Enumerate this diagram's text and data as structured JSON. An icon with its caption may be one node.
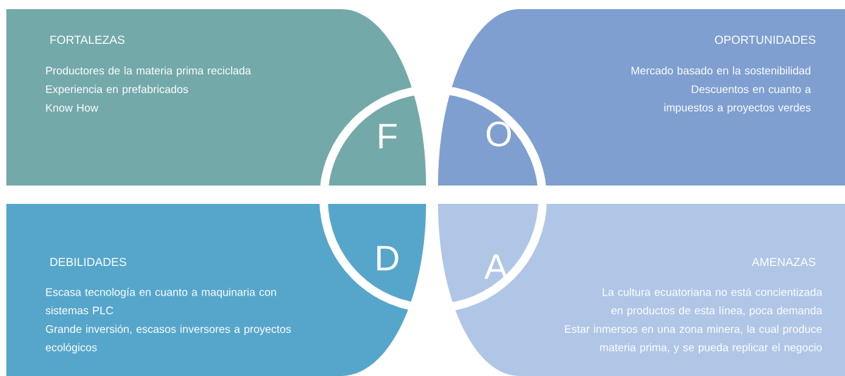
{
  "diagram": {
    "nodes": [
      {
        "text": [
          "FORTALEZAS",
          "Productores de la materia prima reciclada",
          "Experiencia en prefabricados",
          "Know How",
          "F"
        ]
      },
      {
        "text": [
          "OPORTUNIDADES",
          "Mercado basado en la sostenibilidad",
          "Descuentos en cuanto a impuestos a proyectos verdes",
          "O"
        ]
      },
      {
        "text": [
          "DEBILIDADES",
          "Escasa tecnología en cuanto a maquinaria con sistemas PLC",
          "Grande inversión, escasos inversores a proyectos ecológicos",
          "D"
        ]
      },
      {
        "text": [
          "AMENAZAS",
          "La cultura ecuatoriana no está concientizada en productos de esta línea, poca demanda",
          "Estar inmersos en una zona minera, la cual produce materia prima, y se pueda replicar el negocio",
          "A"
        ]
      }
    ]
  }
}
